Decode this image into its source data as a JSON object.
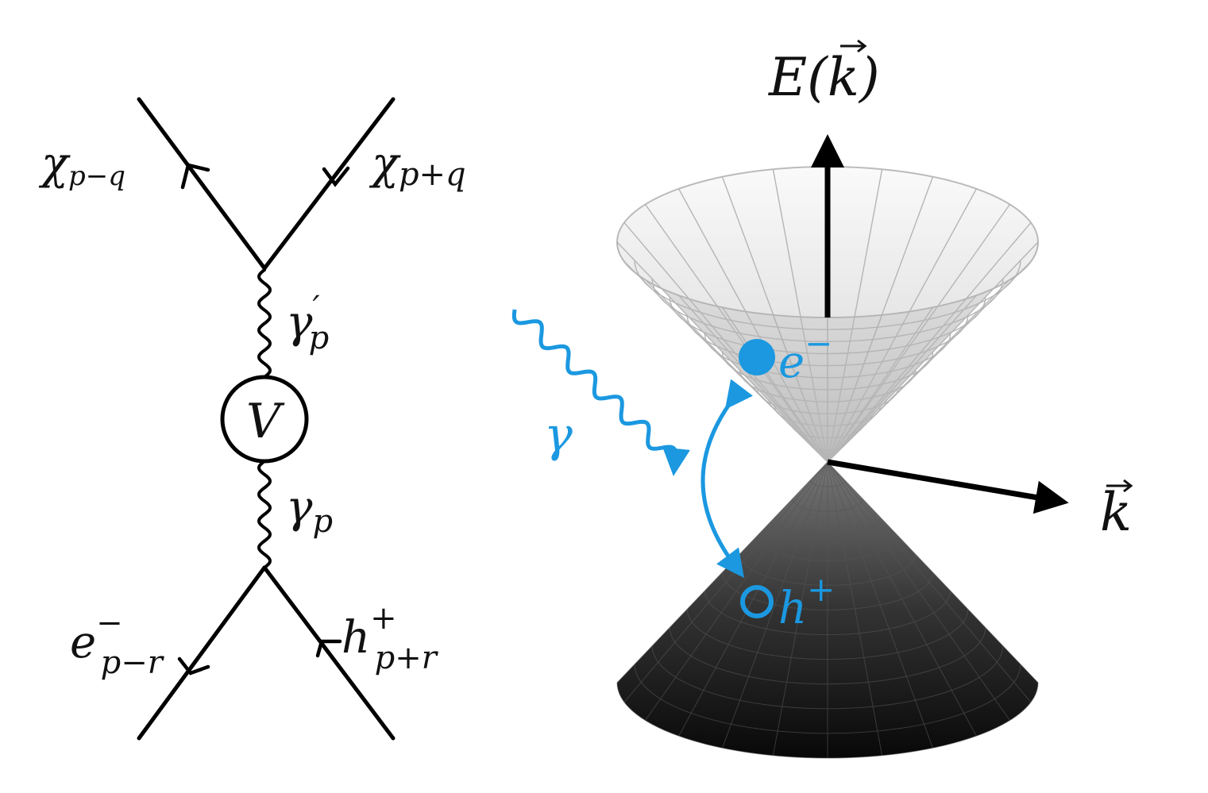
{
  "feynman": {
    "chi_minus": {
      "base": "χ",
      "sub": "p−q"
    },
    "chi_plus": {
      "base": "χ",
      "sub": "p+q"
    },
    "gamma_prime": {
      "base": "γ",
      "sup": "′",
      "sub": "p"
    },
    "vertex": "V",
    "gamma": {
      "base": "γ",
      "sub": "p"
    },
    "electron": {
      "base": "e",
      "sup": "−",
      "sub": "p−r"
    },
    "hole": {
      "base": "h",
      "sup": "+",
      "sub": "p+r"
    }
  },
  "cone": {
    "energy_axis": "E(k)",
    "momentum_axis": "k",
    "electron": {
      "base": "e",
      "sup": "−"
    },
    "hole": {
      "base": "h",
      "sup": "+"
    },
    "photon": "γ"
  },
  "colors": {
    "accent": "#1b98e0",
    "line": "#000000"
  }
}
